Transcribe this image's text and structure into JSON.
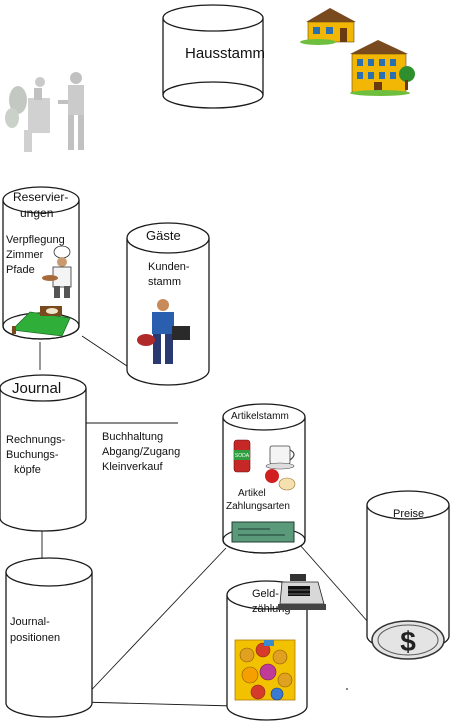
{
  "nodes": {
    "hausstamm": {
      "title": "Hausstamm"
    },
    "reservierungen": {
      "title_line1": "Reservier-",
      "title_line2": "ungen",
      "items": [
        "Verpflegung",
        "Zimmer",
        "Pfade"
      ]
    },
    "gaeste": {
      "title": "Gäste",
      "sub_line1": "Kunden-",
      "sub_line2": "stamm"
    },
    "journal": {
      "title": "Journal",
      "sub_line1": "Rechnungs-",
      "sub_line2": "Buchungs-",
      "sub_line3": "köpfe"
    },
    "journalpositionen": {
      "line1": "Journal-",
      "line2": "positionen"
    },
    "artikelstamm": {
      "title": "Artikelstamm",
      "sub_line1": "Artikel",
      "sub_line2": "Zahlungsarten",
      "soda_text": "SODA"
    },
    "preise": {
      "title": "Preise",
      "coin_symbol": "$"
    },
    "geldzaehlung": {
      "line1": "Geld-",
      "line2": "zählung"
    }
  },
  "buchhaltung_note": [
    "Buchhaltung",
    "Abgang/Zugang",
    "Kleinverkauf"
  ],
  "colors": {
    "house_yellow": "#f2b705",
    "roof": "#7a4a1f",
    "tree": "#2f8f2f",
    "bed_green": "#2fae3a",
    "check_green": "#5a9a7a"
  },
  "icons": [
    "people-meeting-icon",
    "small-house-icon",
    "large-house-icon",
    "chef-icon",
    "bed-icon",
    "traveler-icon",
    "soda-can-icon",
    "coffee-cup-icon",
    "apple-icon",
    "check-icon",
    "cash-register-icon",
    "money-pile-icon",
    "dollar-coin-icon"
  ]
}
